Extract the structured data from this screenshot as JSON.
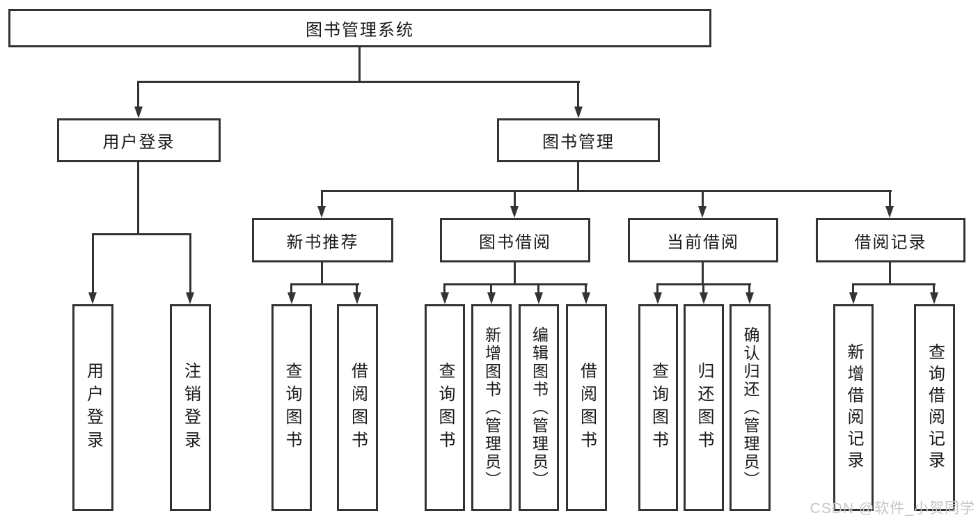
{
  "diagram": {
    "title": "图书管理系统",
    "root": {
      "label": "图书管理系统"
    },
    "branches": [
      {
        "label": "用户登录",
        "children": [
          {
            "label": "用户登录"
          },
          {
            "label": "注销登录"
          }
        ]
      },
      {
        "label": "图书管理",
        "children": [
          {
            "label": "新书推荐",
            "children": [
              {
                "label": "查询图书"
              },
              {
                "label": "借阅图书"
              }
            ]
          },
          {
            "label": "图书借阅",
            "children": [
              {
                "label": "查询图书"
              },
              {
                "label": "新增图书（管理员）"
              },
              {
                "label": "编辑图书（管理员）"
              },
              {
                "label": "借阅图书"
              }
            ]
          },
          {
            "label": "当前借阅",
            "children": [
              {
                "label": "查询图书"
              },
              {
                "label": "归还图书"
              },
              {
                "label": "确认归还（管理员）"
              }
            ]
          },
          {
            "label": "借阅记录",
            "children": [
              {
                "label": "新增借阅记录"
              },
              {
                "label": "查询借阅记录"
              }
            ]
          }
        ]
      }
    ]
  },
  "watermark": {
    "text": "CSDN @软件_小贺同学"
  },
  "colors": {
    "line": "#333333",
    "text": "#1a1a1a",
    "background": "#ffffff",
    "watermark": "#c6c6c6"
  }
}
